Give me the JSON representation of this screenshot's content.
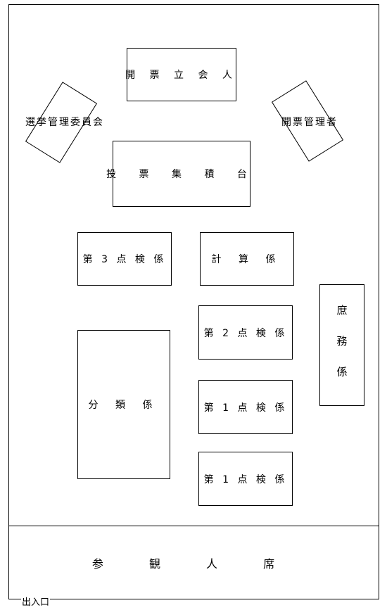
{
  "layout": {
    "kaihyo_tachiainin": "開 票 立 会 人",
    "senkyo_kanri_iinkai": "選挙管理委員会",
    "kaihyo_kanrisha": "開票管理者",
    "tohyo_shuseki_dai": "投 票 集 積 台",
    "dai3_tenken": "第 3 点 検 係",
    "keisan": "計 算 係",
    "dai2_tenken": "第 2 点 検 係",
    "shomu": "庶 務 係",
    "bunrui": "分 類 係",
    "dai1_tenken_a": "第 1 点 検 係",
    "dai1_tenken_b": "第 1 点 検 係",
    "sankannin_seki": "参 観 人 席",
    "deiriguchi": "出入口"
  }
}
